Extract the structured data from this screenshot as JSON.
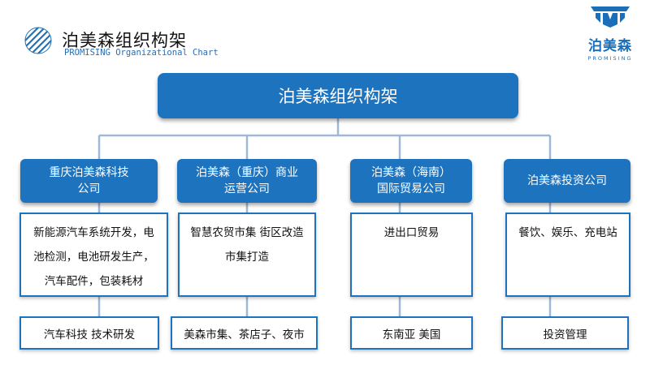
{
  "header": {
    "title": "泊美森组织构架",
    "subtitle": "PROMISING Organizational Chart"
  },
  "brand": {
    "name": "泊美森",
    "english": "PROMISING"
  },
  "root": {
    "label": "泊美森组织构架"
  },
  "companies": [
    {
      "name": "重庆泊美森科技\n公司",
      "details": [
        "新能源汽车系统开发，电",
        "池检测，电池研发生产，",
        "汽车配件，包装耗材"
      ],
      "bottom": "汽车科技 技术研发"
    },
    {
      "name": "泊美森（重庆）商业\n运营公司",
      "details": [
        "智慧农贸市集 街区改造",
        "市集打造"
      ],
      "bottom": "美森市集、茶店子、夜市"
    },
    {
      "name": "泊美森（海南）\n国际贸易公司",
      "details": [
        "进出口贸易"
      ],
      "bottom": "东南亚 美国"
    },
    {
      "name": "泊美森投资公司",
      "details": [
        "餐饮、娱乐、充电站"
      ],
      "bottom": "投资管理"
    }
  ],
  "colors": {
    "accent": "#1e73be",
    "connector": "#9fb8d6"
  }
}
